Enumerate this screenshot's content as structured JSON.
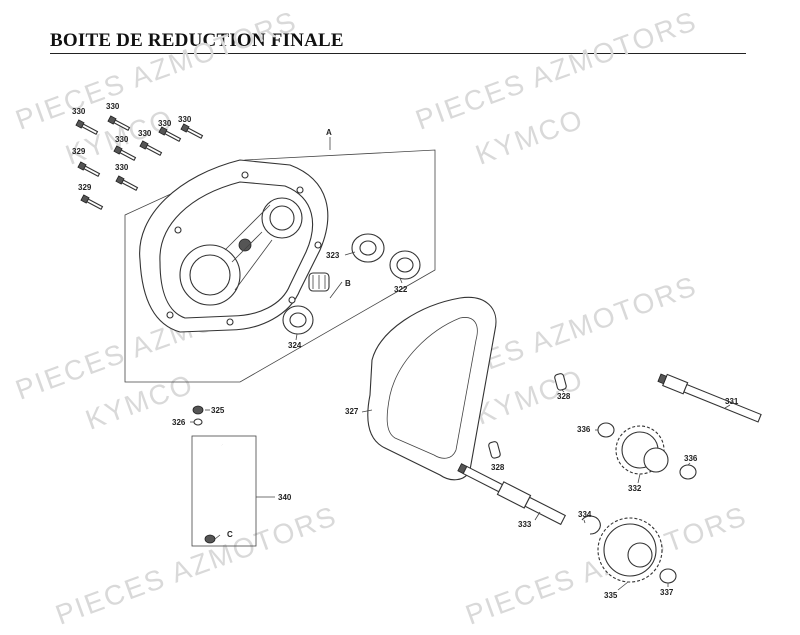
{
  "title": "BOITE DE REDUCTION FINALE",
  "watermarks": [
    "PIECES AZMOTORS",
    "KYMCO"
  ],
  "callouts": {
    "A": "A",
    "B": "B",
    "C": "C",
    "p322": "322",
    "p323": "323",
    "p324": "324",
    "p325": "325",
    "p326": "326",
    "p327": "327",
    "p328": "328",
    "p329": "329",
    "p330": "330",
    "p331": "331",
    "p332": "332",
    "p333": "333",
    "p334": "334",
    "p335": "335",
    "p336": "336",
    "p337": "337",
    "p340": "340"
  }
}
